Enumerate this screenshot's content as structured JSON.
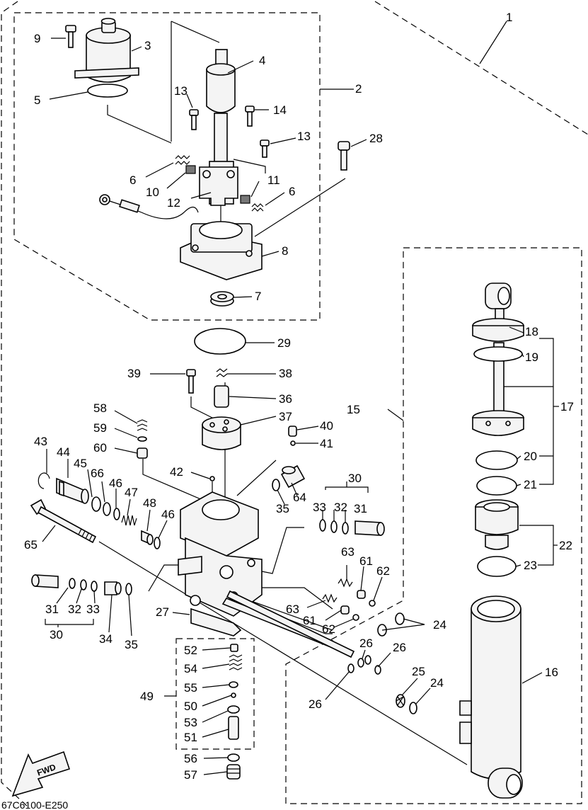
{
  "diagram": {
    "code": "67C6100-E250",
    "fwd_label": "FWD",
    "labels": {
      "n1": "1",
      "n2": "2",
      "n3": "3",
      "n4": "4",
      "n5": "5",
      "n6a": "6",
      "n6b": "6",
      "n7": "7",
      "n8": "8",
      "n9": "9",
      "n10": "10",
      "n11": "11",
      "n12": "12",
      "n13a": "13",
      "n13b": "13",
      "n14": "14",
      "n15": "15",
      "n16": "16",
      "n17": "17",
      "n18": "18",
      "n19": "19",
      "n20": "20",
      "n21": "21",
      "n22": "22",
      "n23": "23",
      "n24a": "24",
      "n24b": "24",
      "n25": "25",
      "n26a": "26",
      "n26b": "26",
      "n26c": "26",
      "n27": "27",
      "n28": "28",
      "n29": "29",
      "n30a": "30",
      "n30b": "30",
      "n31a": "31",
      "n31b": "31",
      "n32a": "32",
      "n32b": "32",
      "n33a": "33",
      "n33b": "33",
      "n34": "34",
      "n35a": "35",
      "n35b": "35",
      "n36": "36",
      "n37": "37",
      "n38": "38",
      "n39": "39",
      "n40": "40",
      "n41": "41",
      "n42": "42",
      "n43": "43",
      "n44": "44",
      "n45": "45",
      "n46a": "46",
      "n46b": "46",
      "n47": "47",
      "n48": "48",
      "n49": "49",
      "n50": "50",
      "n51": "51",
      "n52": "52",
      "n53": "53",
      "n54": "54",
      "n55": "55",
      "n56": "56",
      "n57": "57",
      "n58": "58",
      "n59": "59",
      "n60": "60",
      "n61a": "61",
      "n61b": "61",
      "n62a": "62",
      "n62b": "62",
      "n63a": "63",
      "n63b": "63",
      "n64": "64",
      "n65": "65",
      "n66": "66"
    }
  }
}
